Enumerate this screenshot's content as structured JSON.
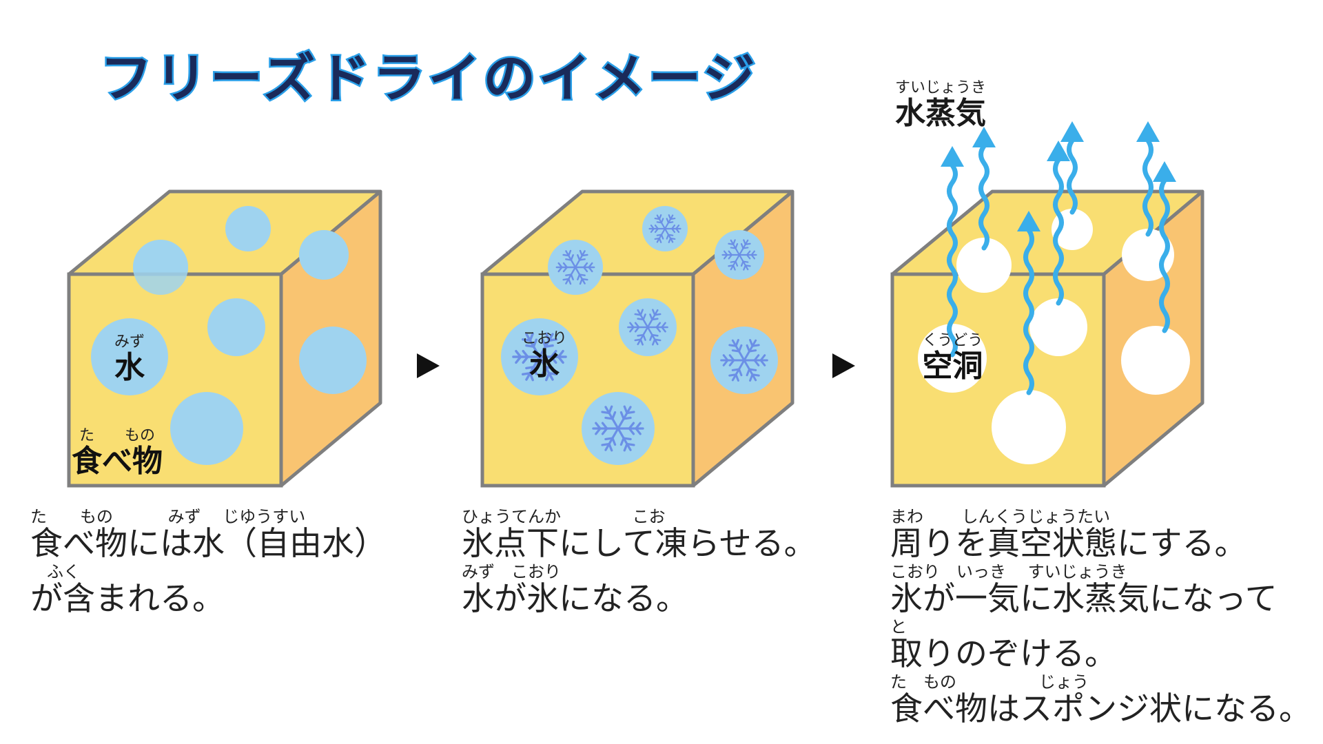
{
  "title": "フリーズドライのイメージ",
  "colors": {
    "title_fill": "#1a2a5a",
    "title_stroke": "#2a9fe8",
    "cube_front": "#f9de72",
    "cube_top": "#f9de72",
    "cube_side": "#f9c471",
    "cube_edge": "#7f7f7f",
    "water": "#9fd3ef",
    "ice_flake": "#6b8fe6",
    "cavity": "#ffffff",
    "vapor": "#3aaeea"
  },
  "labels": {
    "food": {
      "ruby": "た　　もの",
      "text": "食べ物"
    },
    "water": {
      "ruby": "みず",
      "text": "水"
    },
    "ice": {
      "ruby": "こおり",
      "text": "氷"
    },
    "cavity": {
      "ruby": "くうどう",
      "text": "空洞"
    },
    "vapor": {
      "ruby": "すいじょうき",
      "text": "水蒸気"
    }
  },
  "arrows": [
    "arrow-1",
    "arrow-2"
  ],
  "captions": [
    {
      "ruby": [
        "た　　もの　　　 みず　 じゆうすい",
        "　ふく"
      ],
      "lines": [
        "食べ物には水（自由水）",
        "が含まれる。"
      ]
    },
    {
      "ruby": [
        "ひょうてんか　　　　 こお",
        "みず　こおり"
      ],
      "lines": [
        "氷点下にして凍らせる。",
        "水が氷になる。"
      ]
    },
    {
      "ruby": [
        "まわ　　 しんくうじょうたい",
        "こおり　いっき　 すいじょうき",
        "と",
        "た　もの　　　　　じょう"
      ],
      "lines": [
        "周りを真空状態にする。",
        "氷が一気に水蒸気になって",
        "取りのぞける。",
        "食べ物はスポンジ状になる。"
      ]
    }
  ]
}
